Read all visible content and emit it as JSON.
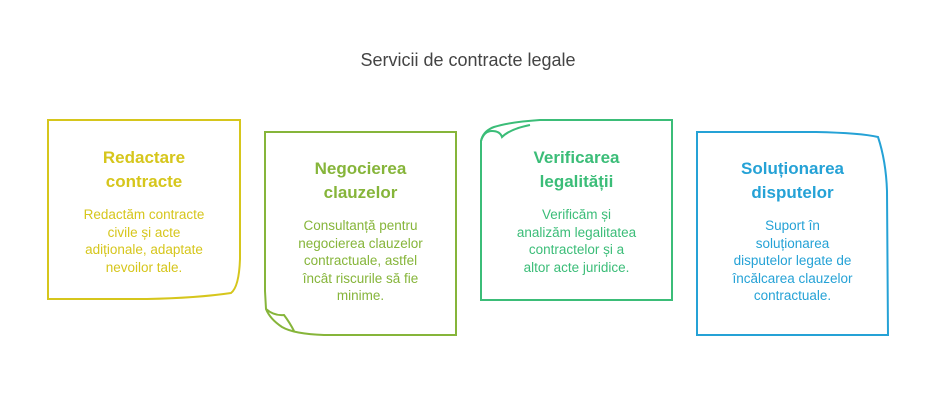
{
  "title": "Servicii de contracte legale",
  "cards": [
    {
      "heading": [
        "Redactare",
        "contracte"
      ],
      "description": [
        "Redactăm contracte",
        "civile și acte",
        "adiționale, adaptate",
        "nevoilor tale."
      ],
      "color": "#d6c61c"
    },
    {
      "heading": [
        "Negocierea",
        "clauzelor"
      ],
      "description": [
        "Consultanță pentru",
        "negocierea clauzelor",
        "contractuale, astfel",
        "încât riscurile să fie",
        "minime."
      ],
      "color": "#86b53a"
    },
    {
      "heading": [
        "Verificarea",
        "legalității"
      ],
      "description": [
        "Verificăm și",
        "analizăm legalitatea",
        "contractelor și a",
        "altor acte juridice."
      ],
      "color": "#3bbd78"
    },
    {
      "heading": [
        "Soluționarea",
        "disputelor"
      ],
      "description": [
        "Suport în",
        "soluționarea",
        "disputelor legate de",
        "încălcarea clauzelor",
        "contractuale."
      ],
      "color": "#25a2d6"
    }
  ]
}
